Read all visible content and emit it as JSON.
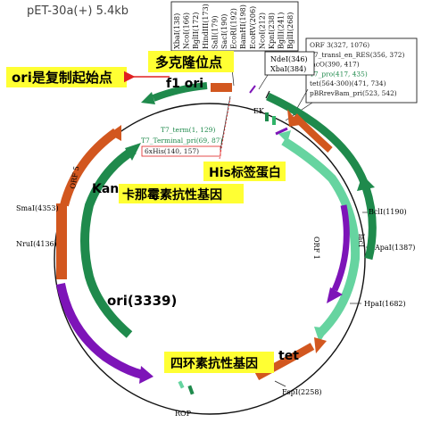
{
  "title": "pET-30a(+) 5.4kb",
  "rotated_sites": [
    "XbaI(138)",
    "NcoI(166)",
    "BglII(172)",
    "HindIII(173)",
    "SalI(179)",
    "SacI(190)",
    "EcoRI(192)",
    "BamHI(198)",
    "EcoRV(206)",
    "NcoI(212)",
    "KpnI(238)",
    "BglII(241)",
    "BglII(268)"
  ],
  "feature_list": [
    "ORF 3(327, 1076)",
    "T7_transl_en_RES(356, 372)",
    "lacO(390, 417)",
    "T7_pro(417, 435)",
    "tet(564-300)(471, 734)",
    "pBRrevBam_pri(523, 542)"
  ],
  "left_list": [
    "T7_term(1, 129)",
    "T7_Terminal_pri(69, 87)",
    "6xHis(140, 157)"
  ],
  "sites": {
    "ndel": "NdeI(346)",
    "xbal": "XbaI(384)",
    "bcll": "BclI(1190)",
    "apal": "ApaI(1387)",
    "hpal": "HpaI(1682)",
    "fspi": "FspI(2258)",
    "rop": "ROP",
    "smal": "SmaI(4353)",
    "nrui": "NruI(4136)"
  },
  "map_labels": {
    "ek": "EK",
    "orf1": "ORF 1",
    "orf5": "ORF 5",
    "laci": "lacI"
  },
  "callouts": {
    "ori_copy": "ori是复制起始点",
    "mcs": "多克隆位点",
    "f1_ori": "f1 ori",
    "his": "His标签蛋白",
    "kan_prefix": "Kan",
    "kan": "卡那霉素抗性基因",
    "ori3339": "ori(3339)",
    "tet": "tet",
    "tet_cn": "四环素抗性基因"
  },
  "colors": {
    "highlight_yellow": "#ffff33",
    "green": "#1f8a4c",
    "light_green": "#66d4a0",
    "orange": "#d2571f",
    "purple": "#7d14b8",
    "red": "#e02020"
  }
}
